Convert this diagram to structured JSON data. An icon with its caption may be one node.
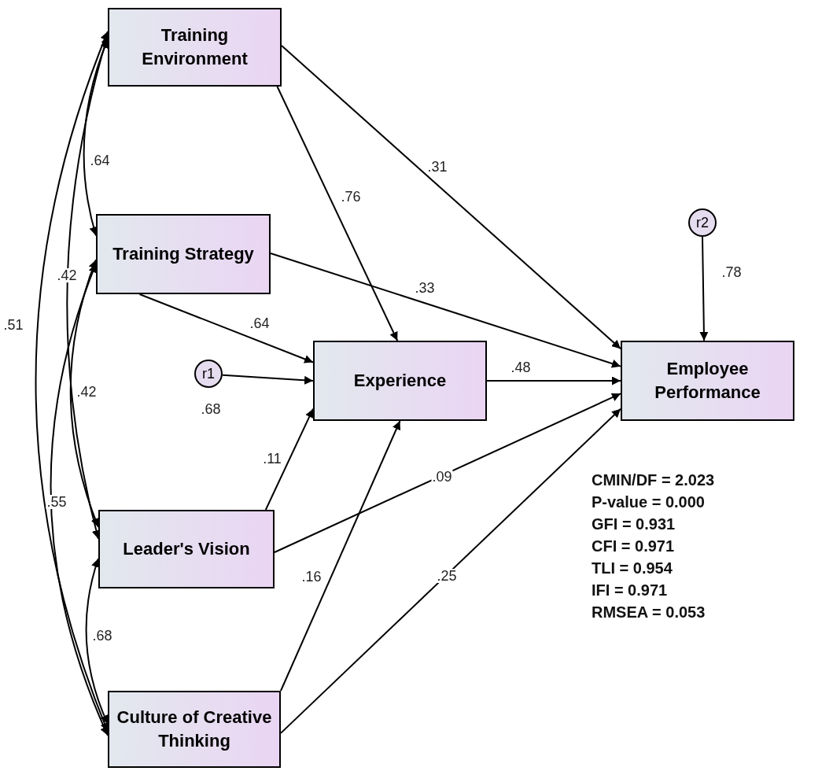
{
  "diagram": {
    "nodes": [
      {
        "text": [
          "Training Environment"
        ]
      },
      {
        "text": [
          "Training Strategy"
        ]
      },
      {
        "text": [
          "r1"
        ]
      },
      {
        "text": [
          "Experience"
        ]
      },
      {
        "text": [
          "r2"
        ]
      },
      {
        "text": [
          "Employee Performance"
        ]
      },
      {
        "text": [
          "Leader's Vision"
        ]
      },
      {
        "text": [
          "Culture of Creative Thinking"
        ]
      }
    ],
    "edges": [
      {
        "from": 0,
        "to": 3,
        "arrow": "to",
        "label": ".76"
      },
      {
        "from": 0,
        "to": 5,
        "arrow": "to",
        "label": ".31"
      },
      {
        "from": 1,
        "to": 3,
        "arrow": "to",
        "label": ".64"
      },
      {
        "from": 1,
        "to": 5,
        "arrow": "to",
        "label": ".33"
      },
      {
        "from": 2,
        "to": 3,
        "arrow": "to",
        "label": ".68"
      },
      {
        "from": 3,
        "to": 5,
        "arrow": "to",
        "label": ".48"
      },
      {
        "from": 6,
        "to": 3,
        "arrow": "to",
        "label": ".11"
      },
      {
        "from": 6,
        "to": 5,
        "arrow": "to",
        "label": ".09"
      },
      {
        "from": 7,
        "to": 3,
        "arrow": "to",
        "label": ".16"
      },
      {
        "from": 7,
        "to": 5,
        "arrow": "to",
        "label": ".25"
      },
      {
        "from": 4,
        "to": 5,
        "arrow": "to",
        "label": ".78"
      },
      {
        "from": 0,
        "to": 1,
        "arrow": "both",
        "label": ".64"
      },
      {
        "from": 0,
        "to": 6,
        "arrow": "both",
        "label": ".42"
      },
      {
        "from": 0,
        "to": 7,
        "arrow": "both",
        "label": ".51"
      },
      {
        "from": 1,
        "to": 6,
        "arrow": "both",
        "label": ".42"
      },
      {
        "from": 1,
        "to": 7,
        "arrow": "both",
        "label": ".55"
      },
      {
        "from": 6,
        "to": 7,
        "arrow": "both",
        "label": ".68"
      }
    ],
    "labels": [
      "CMIN/DF = 2.023",
      "P-value = 0.000",
      "GFI = 0.931",
      "CFI = 0.971",
      "TLI = 0.954",
      "IFI = 0.971",
      "RMSEA = 0.053"
    ]
  }
}
